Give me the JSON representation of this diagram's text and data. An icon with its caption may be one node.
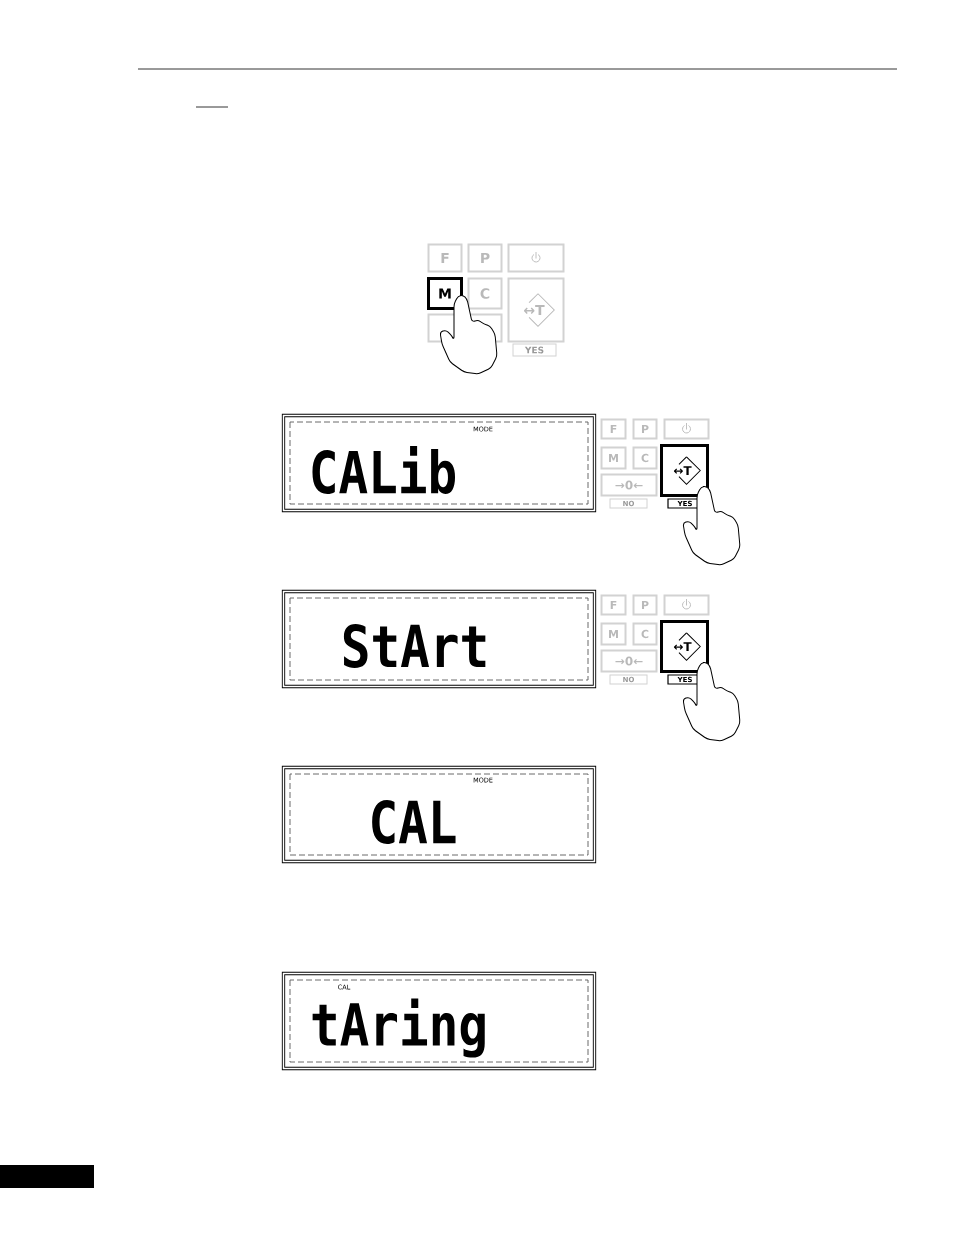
{
  "diagram": {
    "nodes": [
      {
        "text": [
          "F"
        ]
      },
      {
        "text": [
          "P"
        ]
      },
      {
        "text": [],
        "shape": "box"
      },
      {
        "text": [
          "M"
        ]
      },
      {
        "text": [
          "C"
        ]
      },
      {
        "text": [
          "↔T"
        ]
      },
      {
        "text": [],
        "shape": "box"
      },
      {
        "text": [
          "YES"
        ]
      },
      {
        "text": [
          "MODE",
          "CALib"
        ]
      },
      {
        "text": [
          "F"
        ]
      },
      {
        "text": [
          "P"
        ]
      },
      {
        "text": [],
        "shape": "box"
      },
      {
        "text": [
          "M"
        ]
      },
      {
        "text": [
          "C"
        ]
      },
      {
        "text": [
          "↔T"
        ]
      },
      {
        "text": [
          "→0←"
        ]
      },
      {
        "text": [
          "NO"
        ]
      },
      {
        "text": [
          "YES"
        ]
      },
      {
        "text": [
          "StArt"
        ]
      },
      {
        "text": [
          "F"
        ]
      },
      {
        "text": [
          "P"
        ]
      },
      {
        "text": [],
        "shape": "box"
      },
      {
        "text": [
          "M"
        ]
      },
      {
        "text": [
          "C"
        ]
      },
      {
        "text": [
          "↔T"
        ]
      },
      {
        "text": [
          "→0←"
        ]
      },
      {
        "text": [
          "NO"
        ]
      },
      {
        "text": [
          "YES"
        ]
      },
      {
        "text": [
          "MODE",
          "CAL"
        ]
      },
      {
        "text": [
          "CAL",
          "tAring"
        ]
      }
    ]
  }
}
